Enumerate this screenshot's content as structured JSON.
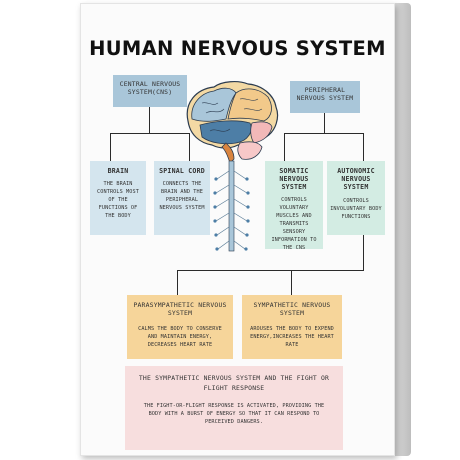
{
  "title": "HUMAN NERVOUS SYSTEM",
  "boxes": {
    "cns": "CENTRAL NERVOUS SYSTEM(CNS)",
    "pns": "PERIPHERAL NERVOUS SYSTEM",
    "brain": {
      "heading": "BRAIN",
      "text": "THE BRAIN CONTROLS MOST OF THE FUNCTIONS OF THE BODY"
    },
    "spinal": {
      "heading": "SPINAL CORD",
      "text": "CONNECTS THE BRAIN AND THE PERIPHERAL NERVOUS SYSTEM"
    },
    "somatic": {
      "heading": "SOMATIC NERVOUS SYSTEM",
      "text": "CONTROLS VOLUNTARY MUSCLES AND TRANSMITS SENSORY INFORMATION TO THE CNS"
    },
    "autonomic": {
      "heading": "AUTONOMIC NERVOUS SYSTEM",
      "text": "CONTROLS INVOLUNTARY BODY FUNCTIONS"
    },
    "parasympathetic": {
      "heading": "PARASYMPATHETIC NERVOUS SYSTEM",
      "text": "CALMS THE BODY TO CONSERVE AND MAINTAIN ENERGY, DECREASES HEART RATE"
    },
    "sympathetic": {
      "heading": "SYMPATHETIC NERVOUS SYSTEM",
      "text": "AROUSES THE BODY TO EXPEND ENERGY,INCREASES THE HEART RATE"
    },
    "fight": {
      "heading": "THE SYMPATHETIC NERVOUS SYSTEM AND THE FIGHT OR FLIGHT RESPONSE",
      "text": "THE FIGHT-OR-FLIGHT RESPONSE IS ACTIVATED, PROVIDING THE BODY WITH A BURST OF ENERGY SO THAT IT CAN RESPOND TO PERCEIVED DANGERS."
    }
  },
  "colors": {
    "header_blue": "#a9c6d9",
    "light_blue": "#d4e5ee",
    "mint": "#d3ece3",
    "orange": "#f6d59a",
    "pink": "#f7dede"
  }
}
